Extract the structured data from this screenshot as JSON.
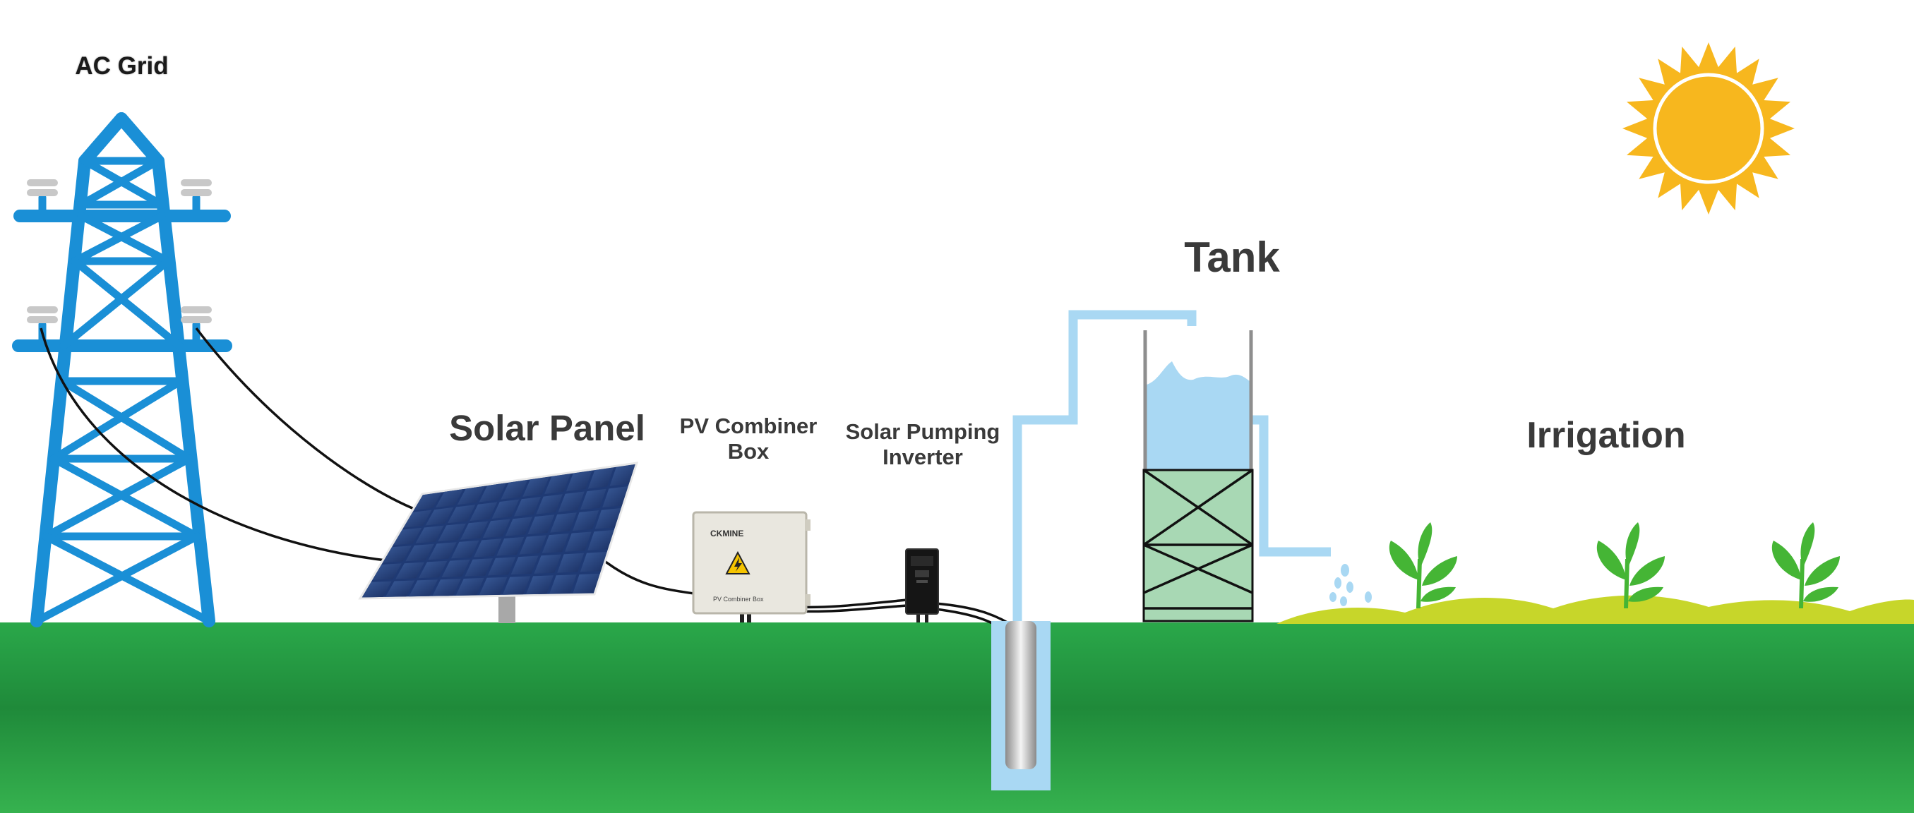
{
  "labels": {
    "ac_grid": "AC Grid",
    "solar_panel": "Solar Panel",
    "combiner_line1": "PV Combiner",
    "combiner_line2": "Box",
    "inverter_line1": "Solar Pumping",
    "inverter_line2": "Inverter",
    "tank": "Tank",
    "irrigation": "Irrigation"
  },
  "device_text": {
    "combiner_brand": "CKMINE",
    "combiner_caption": "PV Combiner Box"
  },
  "colors": {
    "tower": "#1a8fd6",
    "ground": "#2aa84a",
    "ground_dark": "#1f8a3a",
    "pipe": "#a9d8f3",
    "water": "#a9d8f3",
    "tank_support": "#a8d8b4",
    "sun": "#f7b71e",
    "plants": "#45b535",
    "hills": "#c7d62a",
    "text": "#3a3a3a"
  },
  "icons": {
    "tower": "transmission-tower-icon",
    "sun": "sun-icon",
    "panel": "solar-panel-icon",
    "combiner": "combiner-box-icon",
    "inverter": "inverter-icon",
    "well": "borehole-pump-icon",
    "tank": "water-tank-icon",
    "plant": "plant-icon",
    "warning": "high-voltage-warning-icon"
  }
}
